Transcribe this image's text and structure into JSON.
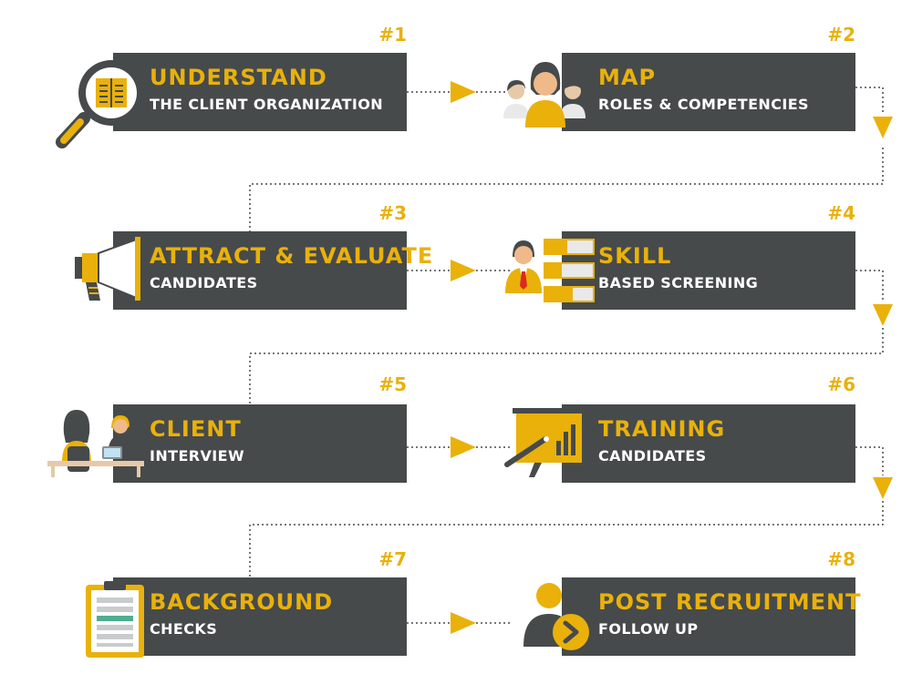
{
  "colors": {
    "accent": "#e9b10a",
    "box_bg": "#464a4b",
    "text_white": "#ffffff",
    "connector": "#464a4b"
  },
  "steps": [
    {
      "number": "#1",
      "title": "UNDERSTAND",
      "subtitle": "THE CLIENT ORGANIZATION",
      "icon": "magnifier-book-icon"
    },
    {
      "number": "#2",
      "title": "MAP",
      "subtitle": "ROLES & COMPETENCIES",
      "icon": "people-group-icon"
    },
    {
      "number": "#3",
      "title": "ATTRACT & EVALUATE",
      "subtitle": "CANDIDATES",
      "icon": "megaphone-icon"
    },
    {
      "number": "#4",
      "title": "SKILL",
      "subtitle": "BASED SCREENING",
      "icon": "person-skill-bars-icon"
    },
    {
      "number": "#5",
      "title": "CLIENT",
      "subtitle": "INTERVIEW",
      "icon": "interview-desk-icon"
    },
    {
      "number": "#6",
      "title": "TRAINING",
      "subtitle": "CANDIDATES",
      "icon": "presentation-board-icon"
    },
    {
      "number": "#7",
      "title": "BACKGROUND",
      "subtitle": "CHECKS",
      "icon": "clipboard-checklist-icon"
    },
    {
      "number": "#8",
      "title": "POST RECRUITMENT",
      "subtitle": "FOLLOW UP",
      "icon": "person-next-arrow-icon"
    }
  ]
}
